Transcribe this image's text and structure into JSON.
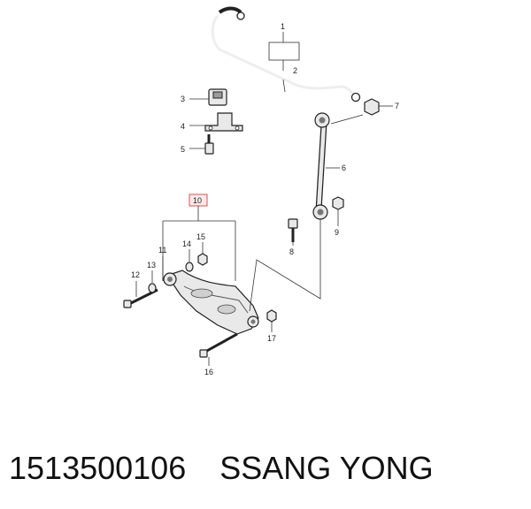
{
  "callouts": {
    "c1": "1",
    "c2": "2",
    "c3": "3",
    "c4": "4",
    "c5": "5",
    "c6": "6",
    "c7": "7",
    "c8": "8",
    "c9": "9",
    "c10": "10",
    "c11": "11",
    "c12": "12",
    "c13": "13",
    "c14": "14",
    "c15": "15",
    "c16": "16",
    "c17": "17"
  },
  "caption": {
    "part_number": "1513500106",
    "brand": "SSANG YONG"
  },
  "colors": {
    "line": "#222222",
    "highlight_box": "#d9534f"
  }
}
